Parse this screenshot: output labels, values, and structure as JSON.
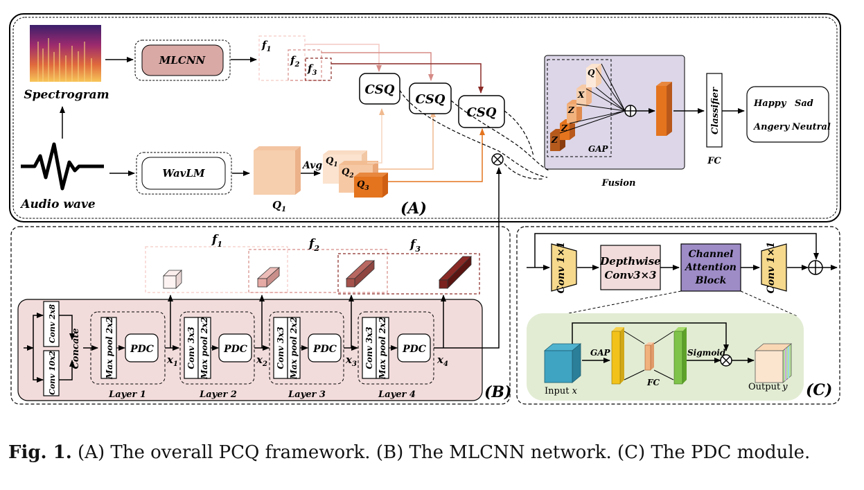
{
  "panelA": {
    "tag": "(A)",
    "spectrogram": "Spectrogram",
    "audio_wave": "Audio wave",
    "mlcnn": "MLCNN",
    "wavlm": "WavLM",
    "q1_box": "Q",
    "q1_sub": "1",
    "avg": "Avg",
    "f1": "f",
    "f1_sub": "1",
    "f2": "f",
    "f2_sub": "2",
    "f3": "f",
    "f3_sub": "3",
    "qs1": "Q",
    "qs1_sub": "1",
    "qs2": "Q",
    "qs2_sub": "2",
    "qs3": "Q",
    "qs3_sub": "3",
    "csq1": "CSQ",
    "csq2": "CSQ",
    "csq3": "CSQ",
    "fusion": "Fusion",
    "gap": "GAP",
    "q_top": "Q",
    "x_mid": "X",
    "z_a": "Z",
    "z_b": "Z",
    "z_c": "Z",
    "classifier": "Classifier",
    "fc": "FC",
    "emotions": [
      "Happy",
      "Sad",
      "Angery",
      "Neutral"
    ]
  },
  "panelB": {
    "tag": "(B)",
    "conv2x8": "Conv 2x8",
    "conv10x2": "Conv 10x2",
    "concate": "Concate",
    "maxpool1": "Max pool 2x2",
    "conv3x3": "Conv 3x3",
    "maxpool": "Max pool 2x2",
    "pdc": "PDC",
    "layers": [
      "Layer 1",
      "Layer 2",
      "Layer 3",
      "Layer 4"
    ],
    "x_labels": [
      "x",
      "x",
      "x",
      "x"
    ],
    "x_subs": [
      "1",
      "2",
      "3",
      "4"
    ],
    "f_labels": [
      "f",
      "f",
      "f"
    ],
    "f_subs": [
      "1",
      "2",
      "3"
    ]
  },
  "panelC": {
    "tag": "(C)",
    "conv1": "Conv 1×1",
    "depthwise_1": "Depthwise",
    "depthwise_2": "Conv3×3",
    "cab_1": "Channel",
    "cab_2": "Attention",
    "cab_3": "Block",
    "conv2": "Conv 1×1",
    "gap": "GAP",
    "fc": "FC",
    "sigmoid": "Sigmoid",
    "input": "Input",
    "input_var": "x",
    "output": "Output",
    "output_var": "y"
  },
  "caption": {
    "label": "Fig. 1.",
    "text": "(A) The overall PCQ framework. (B) The MLCNN network. (C) The PDC module."
  },
  "colors": {
    "pink_box": "#d9a9a6",
    "peach": "#f6cfae",
    "orange": "#e4741e",
    "dark_red": "#8a2a26",
    "purple_bg": "#dcd6e8",
    "cab_purple": "#9d8cc6",
    "green_bg": "#e2ecd3",
    "panelB_bg": "#f2dcdb"
  }
}
